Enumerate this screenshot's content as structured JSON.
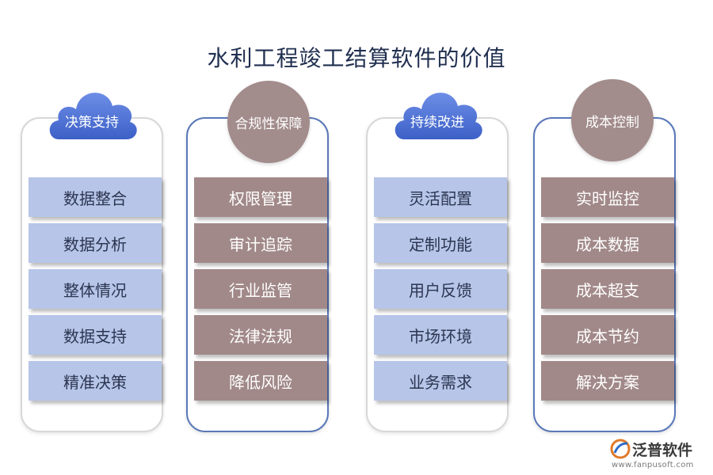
{
  "title": "水利工程竣工结算软件的价值",
  "colors": {
    "light_item": "#b6c5e8",
    "dark_item": "#a28989",
    "cloud": "#4f73d6",
    "circle": "#a38c8c",
    "panel_border_blue": "#5a78b8"
  },
  "columns": [
    {
      "header": "决策支持",
      "items": [
        "数据整合",
        "数据分析",
        "整体情况",
        "数据支持",
        "精准决策"
      ]
    },
    {
      "header": "合规性保障",
      "items": [
        "权限管理",
        "审计追踪",
        "行业监管",
        "法律法规",
        "降低风险"
      ]
    },
    {
      "header": "持续改进",
      "items": [
        "灵活配置",
        "定制功能",
        "用户反馈",
        "市场环境",
        "业务需求"
      ]
    },
    {
      "header": "成本控制",
      "items": [
        "实时监控",
        "成本数据",
        "成本超支",
        "成本节约",
        "解决方案"
      ]
    }
  ],
  "logo": {
    "icon": "fanpu-logo-icon",
    "name": "泛普软件",
    "url": "www.fanpusoft.com"
  }
}
